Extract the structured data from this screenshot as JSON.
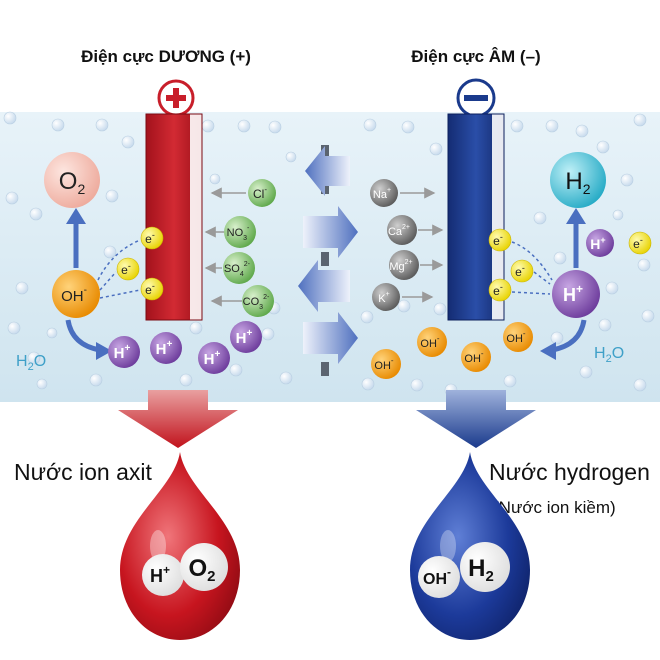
{
  "positive_electrode": {
    "title": "Điện cực DƯƠNG (+)",
    "sign": "+"
  },
  "negative_electrode": {
    "title": "Điện cực ÂM (–)",
    "sign": "−"
  },
  "left_ions": {
    "o2": {
      "base": "O",
      "sub": "2"
    },
    "oh": {
      "base": "OH",
      "sup": "-"
    },
    "electron": {
      "base": "e",
      "sup": "-"
    },
    "h_plus": {
      "base": "H",
      "sup": "+"
    },
    "h2o": {
      "base": "H",
      "sub": "2",
      "tail": "O"
    }
  },
  "anions": [
    {
      "base": "Cl",
      "sup": "-"
    },
    {
      "base": "NO",
      "sub": "3",
      "sup": "-"
    },
    {
      "base": "SO",
      "sub": "4",
      "sup": "2-"
    },
    {
      "base": "CO",
      "sub": "3",
      "sup": "2-"
    }
  ],
  "cations": [
    {
      "base": "Na",
      "sup": "+"
    },
    {
      "base": "Ca",
      "sup": "2+"
    },
    {
      "base": "Mg",
      "sup": "2+"
    },
    {
      "base": "K",
      "sup": "+"
    }
  ],
  "right_ions": {
    "h2": {
      "base": "H",
      "sub": "2"
    },
    "electron": {
      "base": "e",
      "sup": "-"
    },
    "h_plus": {
      "base": "H",
      "sup": "+"
    },
    "oh": {
      "base": "OH",
      "sup": "-"
    },
    "h2o": {
      "base": "H",
      "sub": "2",
      "tail": "O"
    }
  },
  "acid_output": {
    "label": "Nước ion axit",
    "ion1": {
      "base": "H",
      "sup": "+"
    },
    "ion2": {
      "base": "O",
      "sub": "2"
    }
  },
  "hydrogen_output": {
    "label": "Nước hydrogen",
    "sublabel": "(Nước ion kiềm)",
    "ion1": {
      "base": "OH",
      "sup": "-"
    },
    "ion2": {
      "base": "H",
      "sub": "2"
    }
  },
  "colors": {
    "positive": "#c81e2a",
    "negative": "#1a3a8c",
    "water_band": "#dfeef6",
    "electron": "#f2e21c",
    "oxygen": "#f6c7bd",
    "hydroxide": "#f5a31a",
    "proton": "#8c5bb8",
    "hydrogen": "#4fc6dc",
    "anion": "#7cbf6a",
    "cation": "#7a7a7a",
    "membrane": "#5f7fc6"
  }
}
